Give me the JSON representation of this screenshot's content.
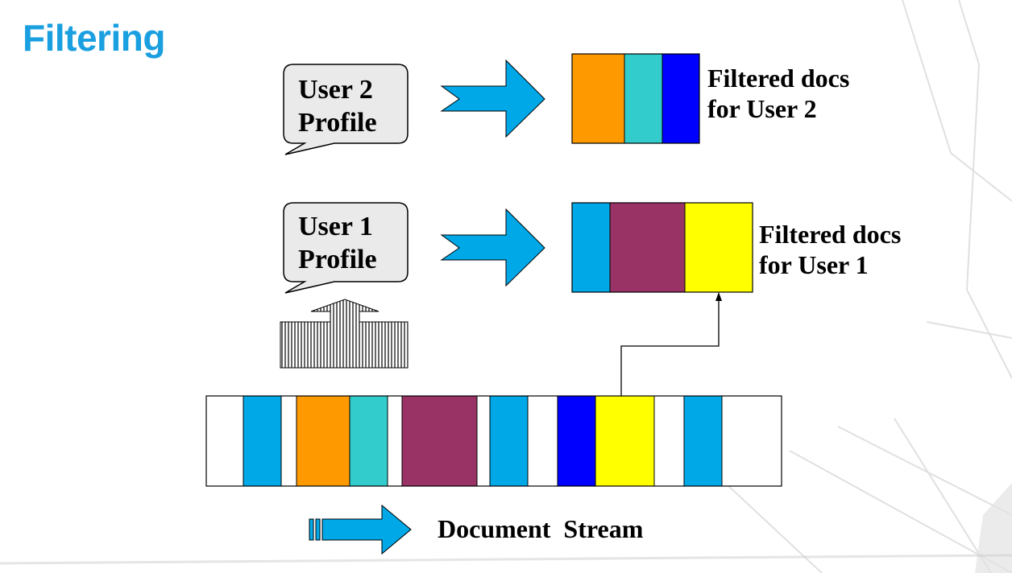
{
  "title": "Filtering",
  "user2": {
    "bubble_lines": [
      "User 2",
      "Profile"
    ],
    "result_lines": [
      "Filtered docs",
      "for User 2"
    ],
    "doc_colors": [
      "#ff9900",
      "#33cccc",
      "#0000ff"
    ]
  },
  "user1": {
    "bubble_lines": [
      "User 1",
      "Profile"
    ],
    "result_lines": [
      "Filtered docs",
      "for User 1"
    ],
    "doc_colors": [
      "#00a8e8",
      "#993366",
      "#ffff00"
    ]
  },
  "stream": {
    "label": "Document  Stream",
    "segments": [
      "#ffffff",
      "#00a8e8",
      "#ffffff",
      "#ff9900",
      "#33cccc",
      "#ffffff",
      "#993366",
      "#ffffff",
      "#00a8e8",
      "#ffffff",
      "#0000ff",
      "#ffff00",
      "#ffffff",
      "#00a8e8",
      "#ffffff"
    ]
  },
  "colors": {
    "title": "#1a9fe0",
    "arrow_fill": "#00a8e8",
    "bubble_fill": "#eaeaea"
  }
}
